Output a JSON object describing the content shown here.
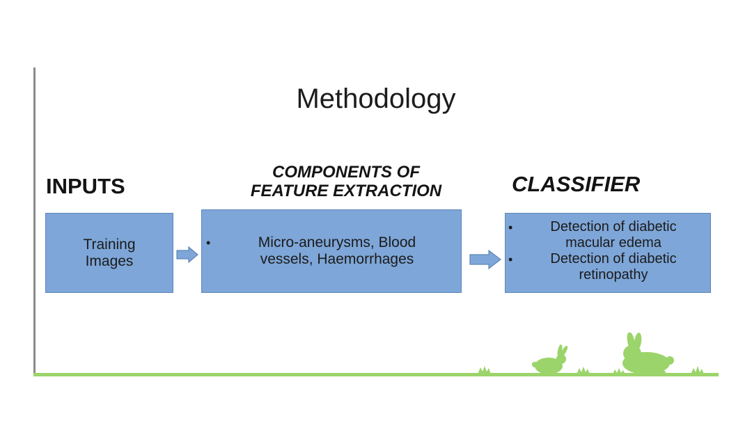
{
  "title": "Methodology",
  "columns": {
    "inputs": {
      "heading": "INPUTS",
      "box_text_line1": "Training",
      "box_text_line2": "Images"
    },
    "components": {
      "heading_line1": "COMPONENTS OF",
      "heading_line2": "FEATURE EXTRACTION",
      "bullets": [
        {
          "line1": "Micro-aneurysms, Blood",
          "line2": "vessels, Haemorrhages"
        }
      ]
    },
    "classifier": {
      "heading": "CLASSIFIER",
      "bullets": [
        {
          "line1": "Detection of diabetic",
          "line2": "macular edema"
        },
        {
          "line1": "Detection of diabetic",
          "line2": "retinopathy"
        }
      ]
    }
  },
  "bullet_glyph": "•",
  "icons": {
    "arrow": "right-arrow-icon",
    "decoration": "rabbit-and-grass-silhouette"
  },
  "colors": {
    "box_fill": "#7ea6d8",
    "box_border": "#5d86b8",
    "arrow_fill": "#7ea6d8",
    "ground_green": "#9bd46a",
    "text": "#141414"
  }
}
